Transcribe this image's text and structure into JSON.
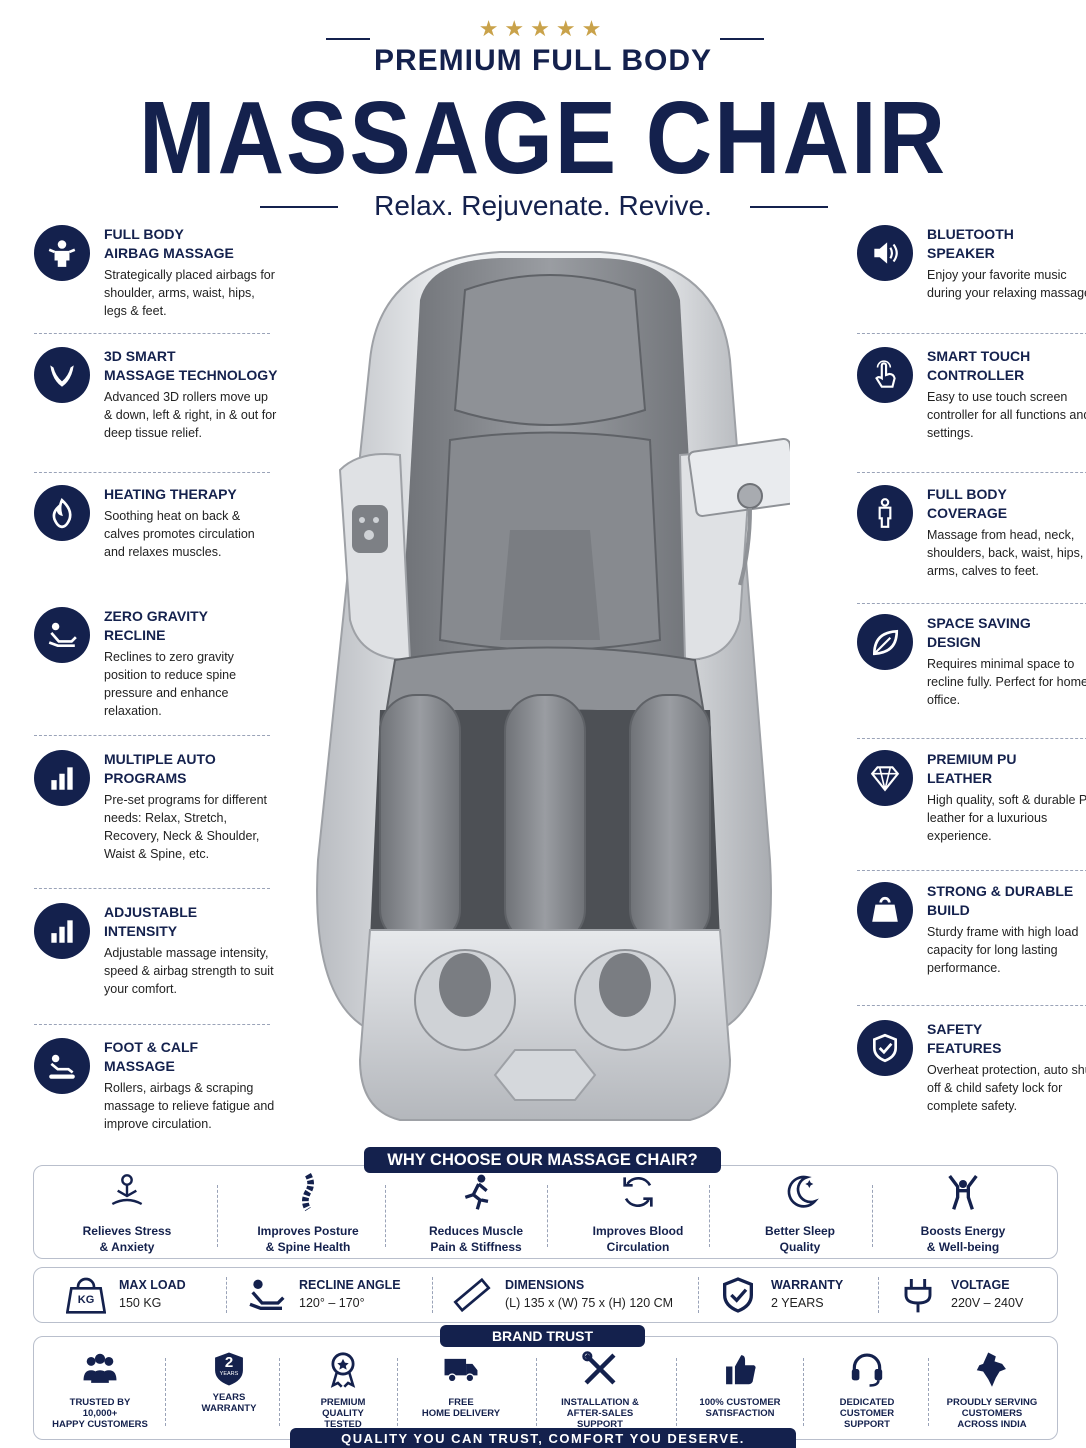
{
  "header": {
    "stars": "★★★★★",
    "pre_title": "PREMIUM FULL BODY",
    "title": "MASSAGE CHAIR",
    "tagline": "Relax. Rejuvenate. Revive."
  },
  "left_features": [
    {
      "title": "FULL BODY\nAIRBAG MASSAGE",
      "desc": "Strategically placed airbags for shoulder, arms, waist, hips, legs & feet.",
      "icon": "person-icon"
    },
    {
      "title": "3D SMART\nMASSAGE TECHNOLOGY",
      "desc": "Advanced 3D rollers move up & down, left & right, in & out for deep tissue relief.",
      "icon": "hands-icon"
    },
    {
      "title": "HEATING THERAPY",
      "desc": "Soothing heat on back & calves promotes circulation and relaxes muscles.",
      "icon": "flame-icon"
    },
    {
      "title": "ZERO GRAVITY\nRECLINE",
      "desc": "Reclines to zero gravity position to reduce spine pressure and enhance relaxation.",
      "icon": "recline-icon"
    },
    {
      "title": "MULTIPLE AUTO\nPROGRAMS",
      "desc": "Pre-set programs for different needs: Relax, Stretch, Recovery, Neck & Shoulder, Waist & Spine, etc.",
      "icon": "bar-chart-icon"
    },
    {
      "title": "ADJUSTABLE\nINTENSITY",
      "desc": "Adjustable massage intensity, speed & airbag strength to suit your comfort.",
      "icon": "bar-chart-icon"
    },
    {
      "title": "FOOT & CALF\nMASSAGE",
      "desc": "Rollers, airbags & scraping massage to relieve fatigue and improve circulation.",
      "icon": "foot-massage-icon"
    }
  ],
  "right_features": [
    {
      "title": "BLUETOOTH\nSPEAKER",
      "desc": "Enjoy your favorite music during your relaxing massage.",
      "icon": "speaker-icon"
    },
    {
      "title": "SMART TOUCH\nCONTROLLER",
      "desc": "Easy to use touch screen controller for all functions and settings.",
      "icon": "touch-icon"
    },
    {
      "title": "FULL BODY\nCOVERAGE",
      "desc": "Massage from head, neck, shoulders, back, waist, hips, arms, calves to feet.",
      "icon": "body-icon"
    },
    {
      "title": "SPACE SAVING\nDESIGN",
      "desc": "Requires minimal space to recline fully. Perfect for home & office.",
      "icon": "leaf-icon"
    },
    {
      "title": "PREMIUM PU\nLEATHER",
      "desc": "High quality, soft & durable PU leather for a luxurious experience.",
      "icon": "diamond-icon"
    },
    {
      "title": "STRONG & DURABLE\nBUILD",
      "desc": "Sturdy frame with high load capacity for long lasting performance.",
      "icon": "weight-icon"
    },
    {
      "title": "SAFETY\nFEATURES",
      "desc": "Overheat protection, auto shut-off & child safety lock for complete safety.",
      "icon": "shield-check-icon"
    }
  ],
  "why": {
    "heading": "WHY CHOOSE OUR MASSAGE CHAIR?",
    "items": [
      {
        "label": "Relieves Stress\n& Anxiety",
        "icon": "meditation-icon"
      },
      {
        "label": "Improves Posture\n& Spine Health",
        "icon": "spine-icon"
      },
      {
        "label": "Reduces Muscle\nPain & Stiffness",
        "icon": "runner-icon"
      },
      {
        "label": "Improves Blood\nCirculation",
        "icon": "circulation-icon"
      },
      {
        "label": "Better Sleep\nQuality",
        "icon": "moon-icon"
      },
      {
        "label": "Boosts Energy\n& Well-being",
        "icon": "energy-icon"
      }
    ]
  },
  "specs": [
    {
      "title": "MAX LOAD",
      "value": "150 KG",
      "icon": "kg-icon",
      "icon_text": "KG"
    },
    {
      "title": "RECLINE ANGLE",
      "value": "120° – 170°",
      "icon": "recline-icon"
    },
    {
      "title": "DIMENSIONS",
      "value": "(L) 135 x (W) 75 x (H) 120 CM",
      "icon": "ruler-icon"
    },
    {
      "title": "WARRANTY",
      "value": "2 YEARS",
      "icon": "shield-check-icon"
    },
    {
      "title": "VOLTAGE",
      "value": "220V – 240V",
      "icon": "plug-icon"
    }
  ],
  "trust": {
    "heading": "BRAND TRUST",
    "items": [
      {
        "label": "TRUSTED BY\n10,000+\nHAPPY CUSTOMERS",
        "icon": "people-icon"
      },
      {
        "label": "YEARS\nWARRANTY",
        "icon": "warranty-badge-icon",
        "badge_num": "2",
        "badge_text": "YEARS"
      },
      {
        "label": "PREMIUM\nQUALITY\nTESTED",
        "icon": "medal-icon"
      },
      {
        "label": "FREE\nHOME DELIVERY",
        "icon": "truck-icon"
      },
      {
        "label": "INSTALLATION &\nAFTER-SALES\nSUPPORT",
        "icon": "tools-icon"
      },
      {
        "label": "100% CUSTOMER\nSATISFACTION",
        "icon": "thumbs-up-icon"
      },
      {
        "label": "DEDICATED\nCUSTOMER\nSUPPORT",
        "icon": "headset-icon"
      },
      {
        "label": "PROUDLY SERVING\nCUSTOMERS\nACROSS INDIA",
        "icon": "india-map-icon"
      }
    ]
  },
  "footer": "QUALITY YOU CAN TRUST, COMFORT YOU DESERVE.",
  "colors": {
    "navy": "#14214d",
    "gold": "#c9a24a",
    "chair_gray": "#8e9196",
    "chair_silver": "#d9dbde"
  }
}
